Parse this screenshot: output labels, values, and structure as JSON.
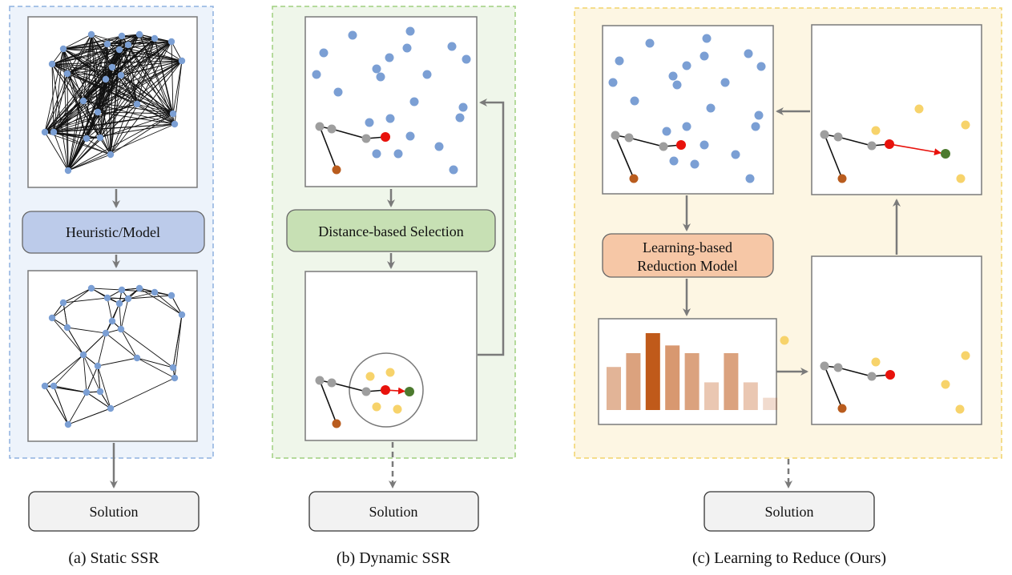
{
  "panel_a": {
    "model_label": "Heuristic/Model",
    "solution_label": "Solution",
    "caption": "(a) Static SSR"
  },
  "panel_b": {
    "selection_label": "Distance-based Selection",
    "solution_label": "Solution",
    "caption": "(b) Dynamic SSR"
  },
  "panel_c": {
    "model_label_line1": "Learning-based",
    "model_label_line2": "Reduction Model",
    "solution_label": "Solution",
    "caption": "(c) Learning to Reduce (Ours)",
    "score_bars": [
      0.56,
      0.74,
      1.0,
      0.84,
      0.74,
      0.36,
      0.74,
      0.36,
      0.16
    ]
  },
  "colors": {
    "node_blue": "#7b9fd4",
    "node_gray": "#9e9e9e",
    "node_current": "#e8120c",
    "node_start": "#b95c1e",
    "node_next": "#4c7a2e",
    "node_candidate": "#f7d36b",
    "panel_a_bg": "#edf3fb",
    "panel_a_border": "#8fb1e0",
    "panel_b_bg": "#eff6ea",
    "panel_b_border": "#9fcf7f",
    "panel_c_bg": "#fdf6e3",
    "panel_c_border": "#f2d36b",
    "model_a_fill": "#bccbea",
    "model_b_fill": "#c7e0b4",
    "model_c_fill": "#f6c7a6",
    "bar_dark": "#c05a1a"
  }
}
